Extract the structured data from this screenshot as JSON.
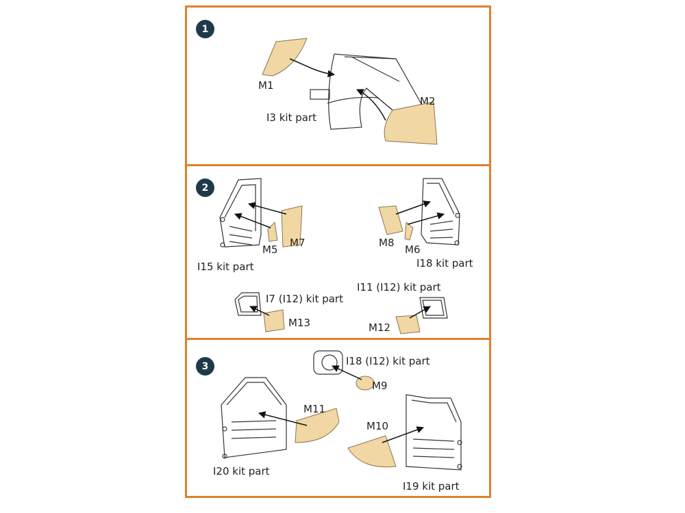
{
  "steps": [
    "1",
    "2",
    "3"
  ],
  "panel1": {
    "m1": "M1",
    "m2": "M2",
    "kit": "I3 kit part"
  },
  "panel2": {
    "m5": "M5",
    "m7": "M7",
    "kit15": "I15 kit part",
    "m8": "M8",
    "m6": "M6",
    "kit18": "I18 kit part",
    "kit7": "I7 (I12) kit part",
    "m13": "M13",
    "kit11": "I11 (I12) kit part",
    "m12": "M12"
  },
  "panel3": {
    "kit18": "I18 (I12) kit part",
    "m9": "M9",
    "m11": "M11",
    "kit20": "I20 kit part",
    "m10": "M10",
    "kit19": "I19 kit part"
  },
  "colors": {
    "border": "#e2802a",
    "step_badge": "#1e3a48",
    "part_fill": "#f1d7a3"
  }
}
